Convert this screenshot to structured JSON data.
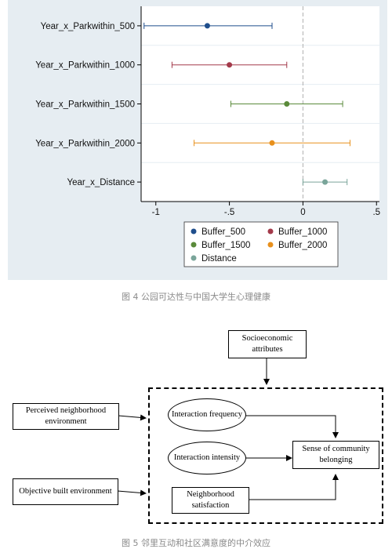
{
  "figure4": {
    "caption": "图 4 公园可达性与中国大学生心理健康",
    "chart_data": {
      "type": "scatter",
      "subtype": "coefficient-plot",
      "y_categories": [
        "Year_x_Parkwithin_500",
        "Year_x_Parkwithin_1000",
        "Year_x_Parkwithin_1500",
        "Year_x_Parkwithin_2000",
        "Year_x_Distance"
      ],
      "x_ticks": [
        -1,
        -0.5,
        0,
        0.5
      ],
      "x_tick_labels": [
        "-1",
        "-.5",
        "0",
        ".5"
      ],
      "xlim": [
        -1.1,
        0.52
      ],
      "reference_line": 0,
      "series": [
        {
          "name": "Buffer_500",
          "color": "#1f4e8c",
          "estimate": -0.65,
          "ci": [
            -1.08,
            -0.21
          ]
        },
        {
          "name": "Buffer_1000",
          "color": "#a33a4a",
          "estimate": -0.5,
          "ci": [
            -0.89,
            -0.11
          ]
        },
        {
          "name": "Buffer_1500",
          "color": "#5a8a3a",
          "estimate": -0.11,
          "ci": [
            -0.49,
            0.27
          ]
        },
        {
          "name": "Buffer_2000",
          "color": "#e8901c",
          "estimate": -0.21,
          "ci": [
            -0.74,
            0.32
          ]
        },
        {
          "name": "Distance",
          "color": "#7aa59a",
          "estimate": 0.15,
          "ci": [
            0.0,
            0.3
          ]
        }
      ],
      "legend": {
        "position": "bottom",
        "columns": 2
      }
    }
  },
  "figure5": {
    "caption": "图 5 邻里互动和社区满意度的中介效应",
    "nodes": {
      "socioeconomic": "Socioeconomic attributes",
      "perceived_env": "Perceived neighborhood environment",
      "objective_env": "Objective built environment",
      "interaction_frequency": "Interaction frequency",
      "interaction_intensity": "Interaction intensity",
      "neighborhood_satisfaction": "Neighborhood satisfaction",
      "sense_of_community": "Sense of community belonging"
    }
  }
}
